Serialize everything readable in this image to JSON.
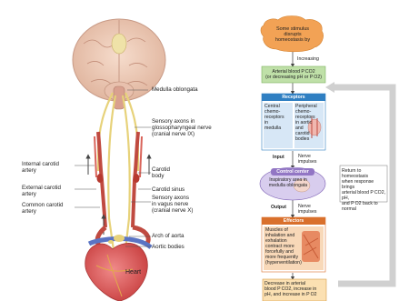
{
  "anatomy": {
    "medulla": "Medulla oblongata",
    "glosso_axons": "Sensory axons in\nglossopharyngeal nerve\n(cranial nerve IX)",
    "carotid_body": "Carotid\nbody",
    "carotid_sinus": "Carotid sinus",
    "vagus_axons": "Sensory axons\nin vagus nerve\n(cranial nerve X)",
    "arch": "Arch of aorta",
    "aortic_bodies": "Aortic bodies",
    "internal_carotid": "Internal carotid\nartery",
    "external_carotid": "External carotid\nartery",
    "common_carotid": "Common carotid\nartery",
    "heart": "Heart"
  },
  "flowchart": {
    "stimulus": "Some stimulus\ndisrupts\nhomeostasis by",
    "increasing": "Increasing",
    "controlled_condition": "Arterial blood P CO2\n(or decreasing pH or P O2)",
    "receptors_title": "Receptors",
    "central_chemo": "Central\nchemo-\nreceptors\nin\nmedulla",
    "peripheral_chemo": "Peripheral\nchemo-\nreceptors\nin aortic\nand\ncarotid\nbodies",
    "input": "Input",
    "input_impulses": "Nerve\nimpulses",
    "control_title": "Control center",
    "control_text": "Inspiratory area in\nmedulla oblongata",
    "output": "Output",
    "output_impulses": "Nerve\nimpulses",
    "effectors_title": "Effectors",
    "effectors_text": "Muscles of\ninhalation and\nexhalation\ncontract more\nforcefully and\nmore frequently\n(hyperventilation)",
    "response": "Decrease in arterial\nblood P CO2, increase in\npH, and increase in P O2",
    "return": "Return to homeostasis\nwhen response brings\narterial blood P CO2, pH,\nand P O2 back to\nnormal"
  },
  "colors": {
    "stimulus": "#f2a255",
    "condition": "#bfe0a8",
    "receptors": "#2f7fc2",
    "receptor_cell": "#d7e7f6",
    "control": "#9276c4",
    "effectors": "#d9702c",
    "effector_cell": "#f8d8b8",
    "response": "#fbe0b2",
    "loop": "#cfcfcf"
  }
}
